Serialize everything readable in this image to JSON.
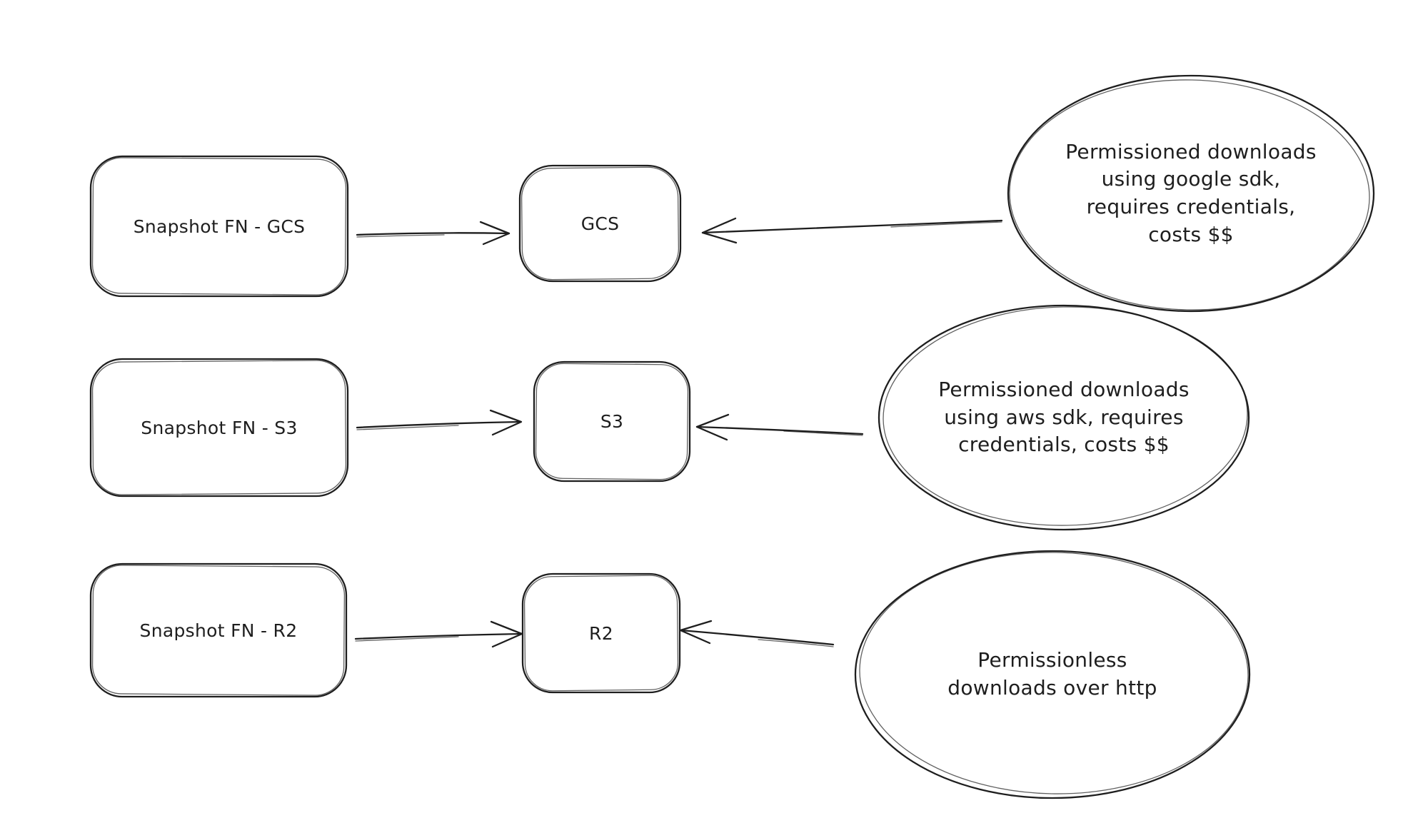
{
  "canvas": {
    "background_color": "#ffffff",
    "stroke_color": "#1e1e1e",
    "text_color": "#1e1e1e",
    "style": "hand-drawn sketch"
  },
  "rows": [
    {
      "id": "gcs",
      "source": {
        "label": "Snapshot FN - GCS"
      },
      "target": {
        "label": "GCS"
      },
      "note": {
        "label": "Permissioned downloads\nusing google sdk,\nrequires credentials,\ncosts $$"
      }
    },
    {
      "id": "s3",
      "source": {
        "label": "Snapshot FN - S3"
      },
      "target": {
        "label": "S3"
      },
      "note": {
        "label": "Permissioned downloads\nusing aws sdk, requires\ncredentials, costs $$"
      }
    },
    {
      "id": "r2",
      "source": {
        "label": "Snapshot FN - R2"
      },
      "target": {
        "label": "R2"
      },
      "note": {
        "label": "Permissionless\ndownloads over http"
      }
    }
  ]
}
